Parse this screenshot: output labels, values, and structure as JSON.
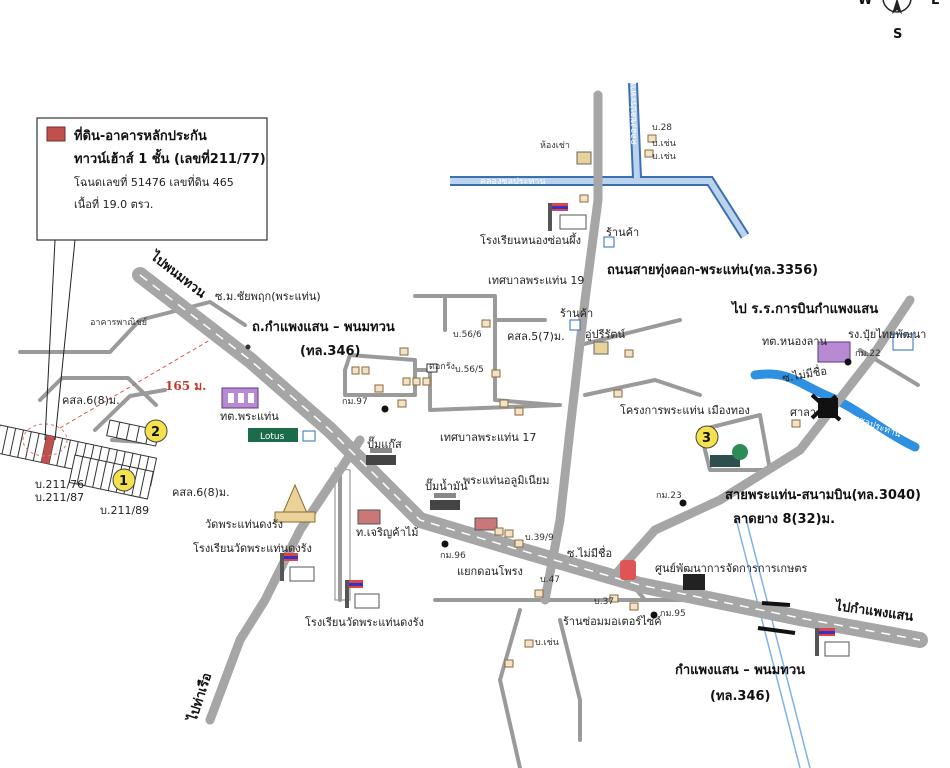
{
  "compass": {
    "west": "W",
    "east": "E",
    "south": "S"
  },
  "legend": {
    "title": "ที่ดิน-อาคารหลักประกัน",
    "line1": "ทาวน์เฮ้าส์ 1 ชั้น (เลขที่211/77)",
    "line2": "โฉนดเลขที่ 51476 เลขที่ดิน 465",
    "line3": "เนื้อที่ 19.0 ตรว.",
    "swatch_color": "#c0504d"
  },
  "roads": {
    "to_phanom_thuan": "ไปพนมทวน",
    "kamphaeng_saen_phanom_thuan": "ถ.กำแพงแสน – พนมทวน",
    "route_346": "(ทล.346)",
    "to_kamphaeng_saen": "ไปกำแพงแสน",
    "kamphaeng_saen_phanom_thuan_lower": "กำแพงแสน – พนมทวน",
    "route_346_lower": "(ทล.346)",
    "thung_khok_road": "ถนนสายทุ่งคอก-พระแท่น(ทล.3356)",
    "to_airport": "ไป ร.ร.การบินกำแพงแสน",
    "phra_thaen_airport_road": "สายพระแท่น-สนามบิน(ทล.3040)",
    "paved": "ลาดยาง 8(32)ม.",
    "to_tha_ruea": "ไปท่าเรือ",
    "soi_chaiyaphruk": "ซ.ม.ชัยพฤก(พระแท่น)",
    "soi_mai_mi_chue_1": "ซ.ไม่มีชื่อ",
    "soi_mai_mi_chue_2": "ซ.ไม่มีชื่อ",
    "canal_top": "คลองชลประทาน",
    "canal_top_vertical": "คลองชลประทาน",
    "canal_right": "คลองชลประทาน"
  },
  "landmarks": {
    "commercial_building": "อาคารพาณิชย์",
    "distance": "165 ม.",
    "ksl_6_8_top": "คสล.6(8)ม.",
    "ksl_6_8_bottom": "คสล.6(8)ม.",
    "lot_211_76": "บ.211/76",
    "lot_211_87": "บ.211/87",
    "lot_211_89": "บ.211/89",
    "tesaban_phrathaen": "ทต.พระแท่น",
    "lotus": "Lotus",
    "wat_phrathaen_dongrang": "วัดพระแท่นดงรัง",
    "school_wat_phrathaen_1": "โรงเรียนวัดพระแท่นดงรัง",
    "school_wat_phrathaen_2": "โรงเรียนวัดพระแท่นดงรัง",
    "km_97": "กม.97",
    "gas_station": "ปั๊มแก๊ส",
    "oil_station": "ปั๊มน้ำมัน",
    "charoen_mai": "ท.เจริญค้าไม้",
    "km_96": "กม.96",
    "khaeng_kraeng_intersection": "แยกดอนโพรง",
    "phrathaen_aluminium": "พระแท่นอลูมิเนียม",
    "house_39_9": "บ.39/9",
    "house_47": "บ.47",
    "house_37": "บ.37",
    "motorcycle_shop": "ร้านซ่อมมอเตอร์ไซค์",
    "km_95": "กม.95",
    "agri_center": "ศูนย์พัฒนาการจัดการการเกษตร",
    "house_rent": "บ.เช่น",
    "house_56_6": "บ.56/6",
    "house_56_5": "บ.56/5",
    "ksl_5_7": "คสล.5(7)ม.",
    "tesaban_phrathaen_19": "เทศบาลพระแท่น 19",
    "tesaban_phrathaen_17": "เทศบาลพระแท่น 17",
    "shop_1": "ร้านค้า",
    "shop_2": "ร้านค้า",
    "garage": "อู่ปรีรัตน์",
    "project_phrathaen": "โครงการพระแท่น เมืองทอง",
    "school_nong_son": "โรงเรียนหนองซ่อนผึ้ง",
    "rental_room": "ห้องเช่า",
    "house_28": "บ.28",
    "house_rent_2": "บ.เช่น",
    "house_rent_3": "บ.เช่น",
    "tesaban_nong_lan": "ทต.หนองลาน",
    "pui_factory": "รง.ปุ๋ยไทยพัฒนา",
    "km_22": "กม.22",
    "sala": "ศาลา",
    "km_23": "กม.23",
    "town_hall": "ดอกรัง"
  },
  "markers": [
    "1",
    "2",
    "3"
  ]
}
